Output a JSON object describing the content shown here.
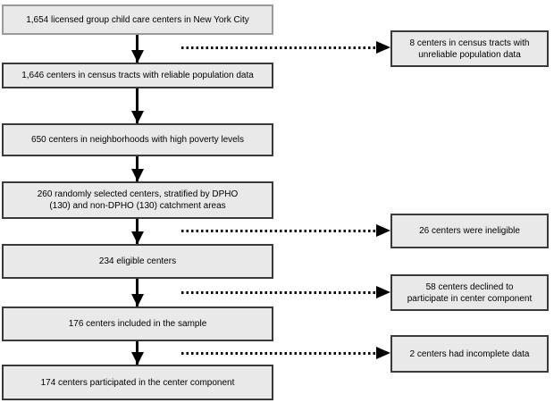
{
  "colors": {
    "background": "#ffffff",
    "box_fill": "#e9e9e9",
    "box_border": "#3a3a3a",
    "first_box_border": "#9a9a9a",
    "arrow": "#000000",
    "text": "#000000"
  },
  "flowchart": {
    "main_boxes": [
      {
        "id": "total-centers",
        "text": "1,654 licensed group child care centers in New York City"
      },
      {
        "id": "reliable-population",
        "text": "1,646 centers in census tracts with reliable population data"
      },
      {
        "id": "high-poverty",
        "text": "650 centers in neighborhoods with high poverty levels"
      },
      {
        "id": "random-selection",
        "text": "260 randomly selected centers, stratified by DPHO\n(130) and non-DPHO (130) catchment areas"
      },
      {
        "id": "eligible-centers",
        "text": "234 eligible centers"
      },
      {
        "id": "sample-centers",
        "text": "176 centers included in the sample"
      },
      {
        "id": "participating-centers",
        "text": "174 centers participated in the center component"
      }
    ],
    "exclusion_boxes": [
      {
        "id": "unreliable-population",
        "text": "8 centers in census tracts with\nunreliable population data"
      },
      {
        "id": "ineligible",
        "text": "26 centers were ineligible"
      },
      {
        "id": "declined",
        "text": "58 centers declined to\nparticipate in center component"
      },
      {
        "id": "incomplete-data",
        "text": "2 centers had incomplete data"
      }
    ]
  }
}
